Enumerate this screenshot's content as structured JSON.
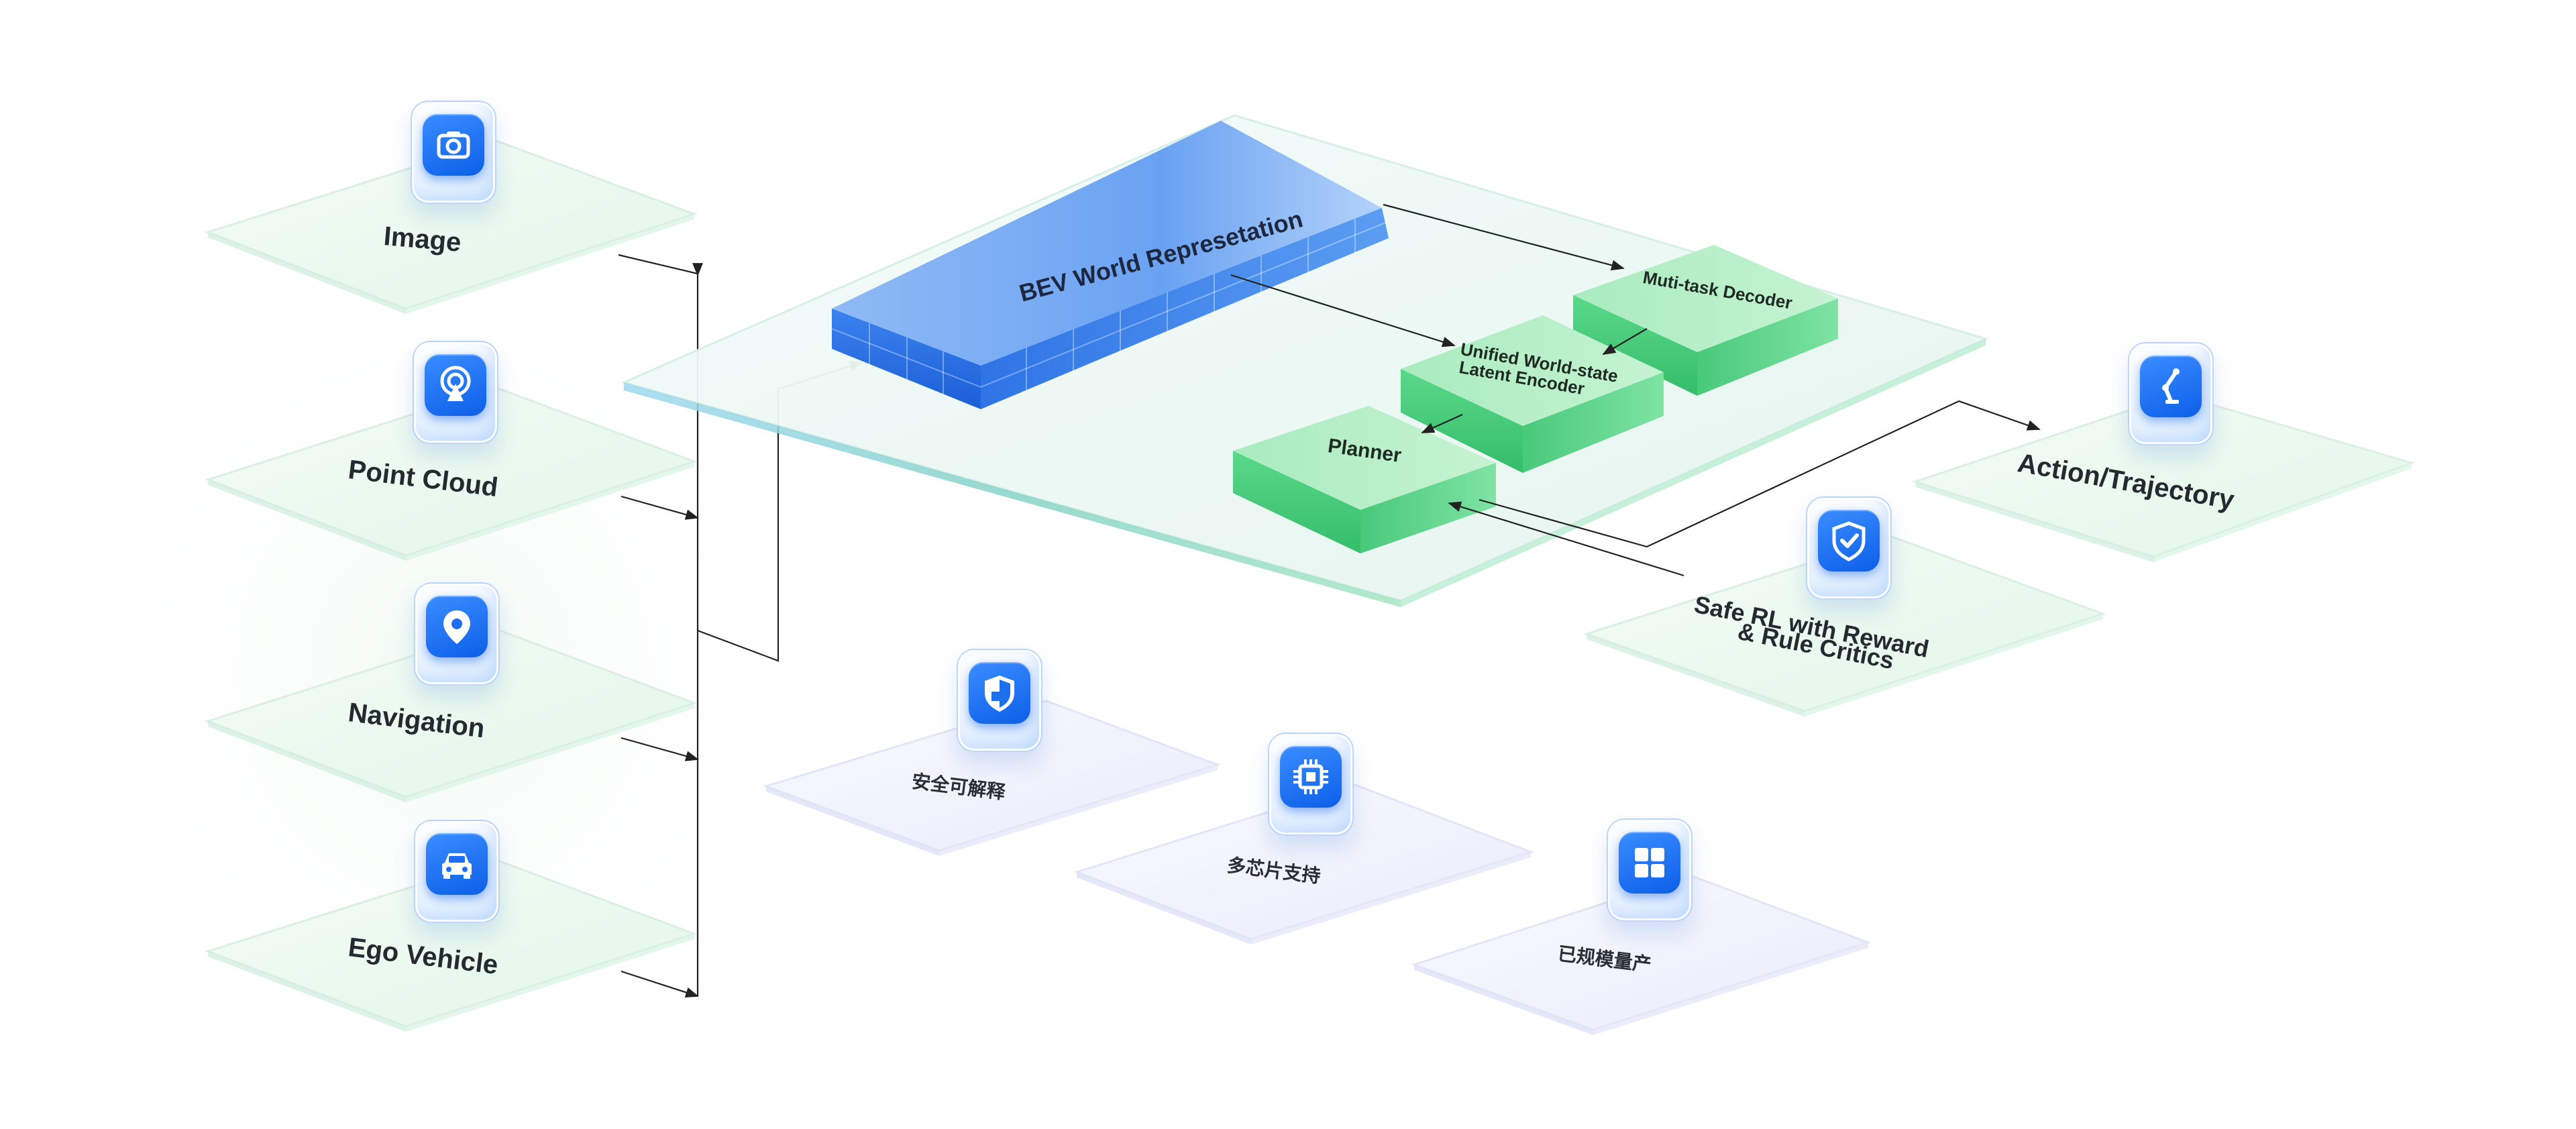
{
  "inputs": [
    {
      "label": "Image",
      "icon": "camera-icon"
    },
    {
      "label": "Point Cloud",
      "icon": "signal-tower-icon"
    },
    {
      "label": "Navigation",
      "icon": "location-pin-icon"
    },
    {
      "label": "Ego Vehicle",
      "icon": "car-icon"
    }
  ],
  "core": {
    "bev": "BEV World Represetation",
    "decoder": "Muti-task Decoder",
    "encoder_line1": "Unified World-state",
    "encoder_line2": "Latent Encoder",
    "planner": "Planner"
  },
  "outputs": {
    "action": "Action/Trajectory",
    "safe_line1": "Safe RL with Reward",
    "safe_line2": "& Rule Critics"
  },
  "features": [
    {
      "label": "安全可解释",
      "icon": "shield-icon"
    },
    {
      "label": "多芯片支持",
      "icon": "chip-icon"
    },
    {
      "label": "已规模量产",
      "icon": "grid-icon"
    }
  ],
  "colors": {
    "accent_blue": "#1e6ff0",
    "accent_green": "#3fcf7a",
    "plate_green": "#e9f8ee",
    "plate_lavender": "#eef0fb"
  }
}
